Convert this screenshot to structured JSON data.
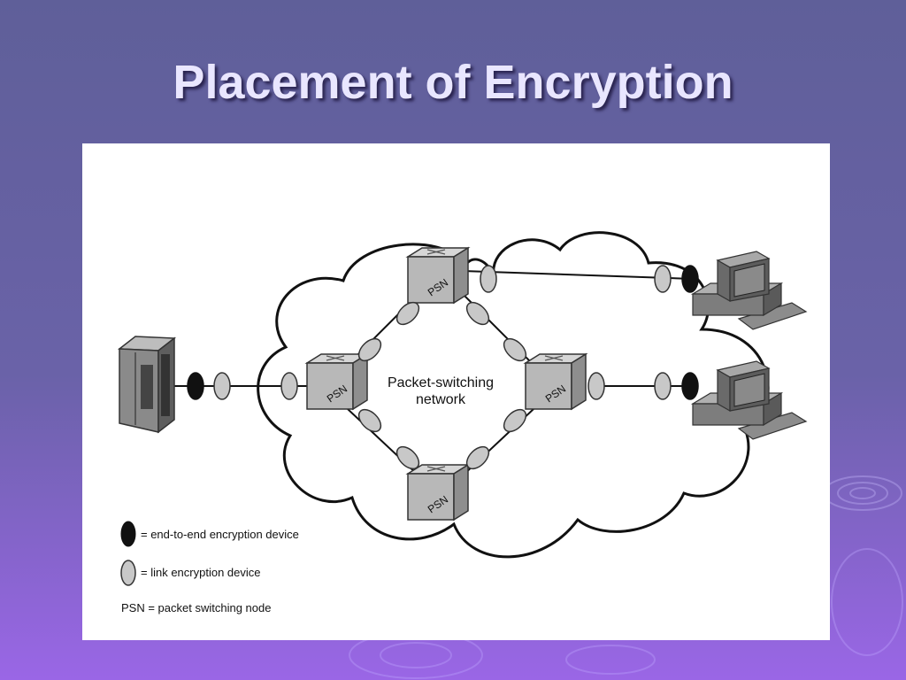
{
  "slide": {
    "title": "Placement of Encryption"
  },
  "diagram": {
    "cloud_label_line1": "Packet-switching",
    "cloud_label_line2": "network",
    "node_label": "PSN",
    "legend": {
      "end_to_end": "= end-to-end encryption device",
      "link": "= link encryption device",
      "psn": "PSN = packet switching node"
    }
  },
  "colors": {
    "link_device": "#c8c8c8",
    "end_to_end_device": "#111111",
    "psn_top": "#d6d6d6",
    "psn_front": "#b4b4b4",
    "psn_side": "#8c8c8c"
  }
}
